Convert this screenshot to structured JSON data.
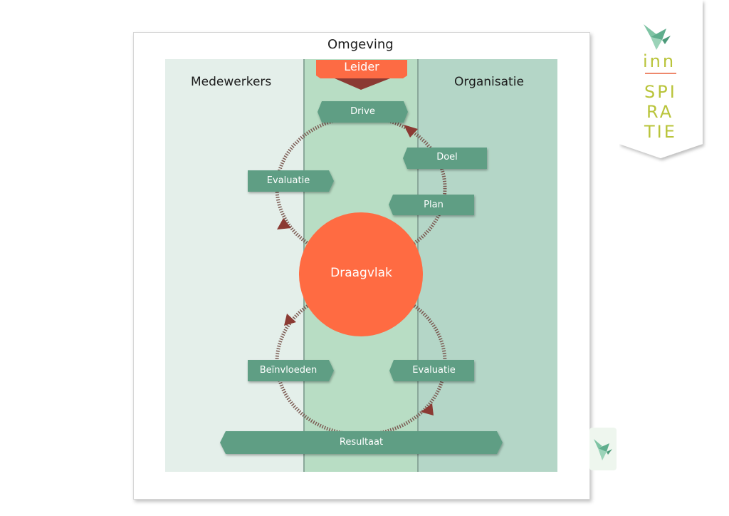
{
  "diagram": {
    "title": "Omgeving",
    "columns": {
      "left": "Medewerkers",
      "right": "Organisatie"
    },
    "leader": "Leider",
    "center": "Draagvlak",
    "top_loop_tags": {
      "drive": "Drive",
      "doel": "Doel",
      "evaluatie": "Evaluatie",
      "plan": "Plan"
    },
    "bottom_loop_tags": {
      "beinvloeden": "Beïnvloeden",
      "evaluatie": "Evaluatie"
    },
    "result": "Resultaat"
  },
  "logo": {
    "lines": [
      "inn",
      "SPI",
      "RA",
      "TIE"
    ]
  },
  "colors": {
    "tag_green": "#5e9e84",
    "center_orange": "#ff6b42",
    "leader_orange": "#fd6b44",
    "arrow_dark": "#8b3a33",
    "panel_left": "#e4efea",
    "panel_mid": "#b8ddc4",
    "panel_right": "#b4d6c7",
    "logo_lime": "#b9c43a",
    "logo_bird": "#7fc4a4"
  }
}
